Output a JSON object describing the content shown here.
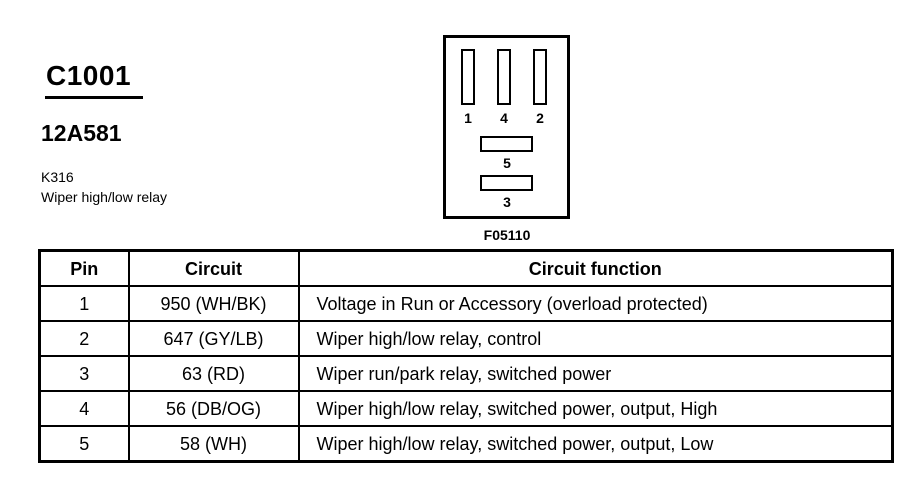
{
  "header": {
    "connector_id": "C1001",
    "part_number": "12A581",
    "component_id": "K316",
    "component_name": "Wiper high/low relay"
  },
  "connector_diagram": {
    "pin_labels": {
      "pin1": "1",
      "pin4": "4",
      "pin2": "2",
      "pin5": "5",
      "pin3": "3"
    },
    "figure_code": "F05110"
  },
  "table": {
    "headers": [
      "Pin",
      "Circuit",
      "Circuit function"
    ],
    "rows": [
      {
        "pin": "1",
        "circuit": "950 (WH/BK)",
        "function": "Voltage in Run or Accessory (overload protected)"
      },
      {
        "pin": "2",
        "circuit": "647 (GY/LB)",
        "function": "Wiper high/low relay, control"
      },
      {
        "pin": "3",
        "circuit": "63 (RD)",
        "function": "Wiper run/park relay, switched power"
      },
      {
        "pin": "4",
        "circuit": "56 (DB/OG)",
        "function": "Wiper high/low relay, switched power, output, High"
      },
      {
        "pin": "5",
        "circuit": "58 (WH)",
        "function": "Wiper high/low relay, switched power, output, Low"
      }
    ]
  }
}
